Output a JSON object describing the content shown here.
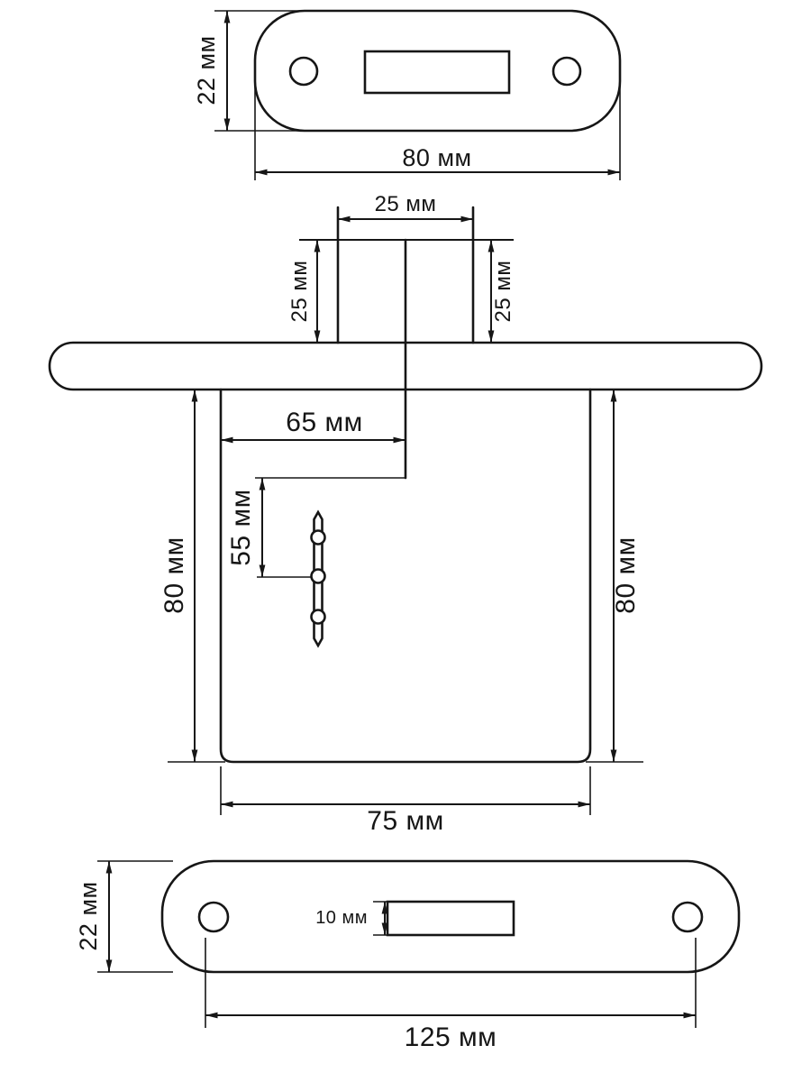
{
  "page": {
    "background": "#ffffff",
    "line_color": "#161616"
  },
  "views": {
    "top_view": {
      "dims": {
        "plate_height": "22 мм",
        "plate_width": "80 мм"
      }
    },
    "front_view": {
      "dims": {
        "stem_width": "25 мм",
        "stem_depth_left": "25 мм",
        "stem_depth_right": "25 мм",
        "backset": "65 мм",
        "key_center_offset": "55 мм",
        "body_depth_left": "80 мм",
        "body_depth_right": "80 мм",
        "body_width": "75 мм"
      }
    },
    "strike_view": {
      "dims": {
        "plate_height": "22 мм",
        "slot_height": "10 мм",
        "plate_length": "125 мм"
      }
    }
  }
}
